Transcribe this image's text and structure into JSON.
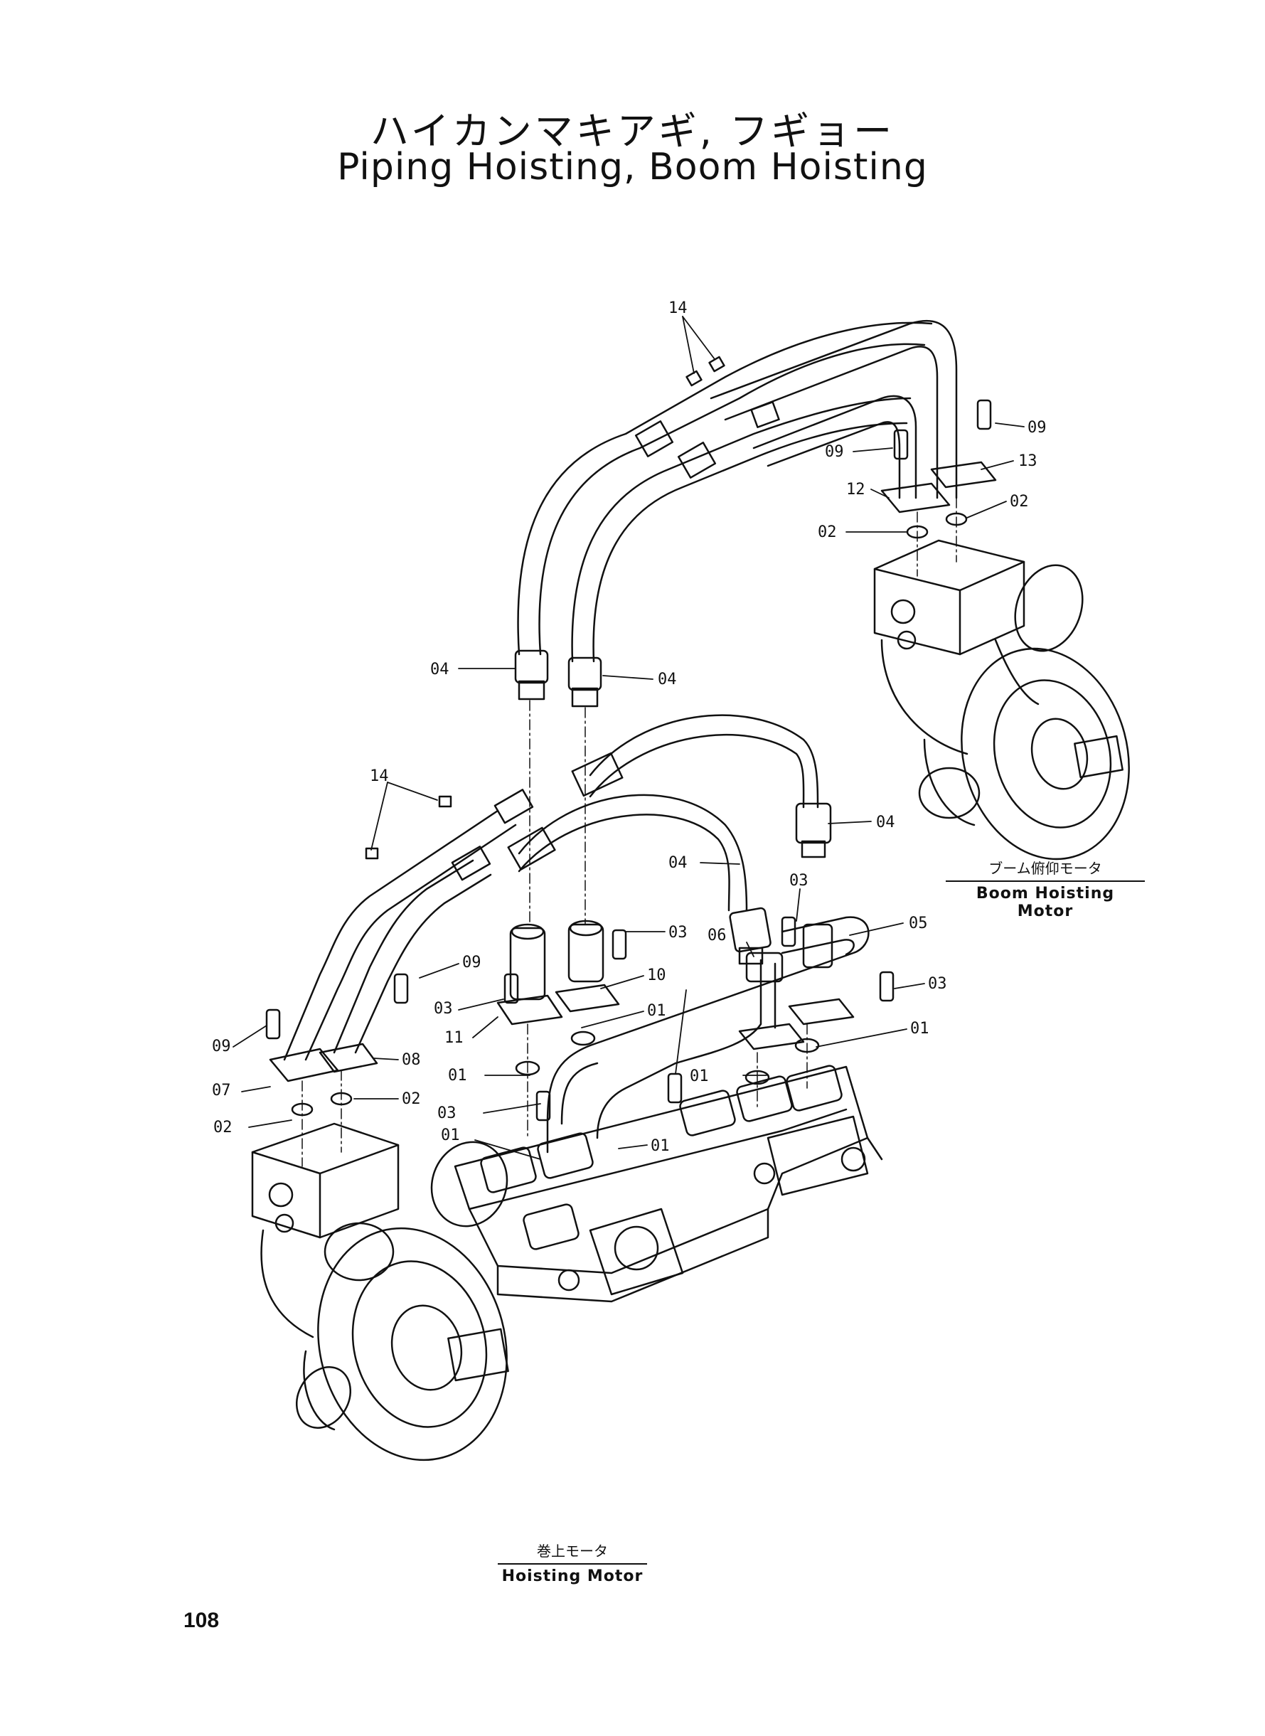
{
  "title_jp": "ハイカンマキアギ, フギョー",
  "title_en": "Piping Hoisting, Boom Hoisting",
  "captions": {
    "boom_motor_jp": "ブーム俯仰モータ",
    "boom_motor_en": "Boom Hoisting Motor",
    "hoist_motor_jp": "巻上モータ",
    "hoist_motor_en": "Hoisting Motor"
  },
  "page_number": "108",
  "part_labels": [
    "14",
    "09",
    "09",
    "13",
    "12",
    "02",
    "02",
    "04",
    "04",
    "14",
    "04",
    "04",
    "03",
    "03",
    "06",
    "05",
    "09",
    "10",
    "03",
    "03",
    "01",
    "11",
    "09",
    "08",
    "01",
    "01",
    "07",
    "02",
    "03",
    "02",
    "01",
    "01",
    "01"
  ],
  "colors": {
    "line": "#111111",
    "background": "#ffffff"
  }
}
